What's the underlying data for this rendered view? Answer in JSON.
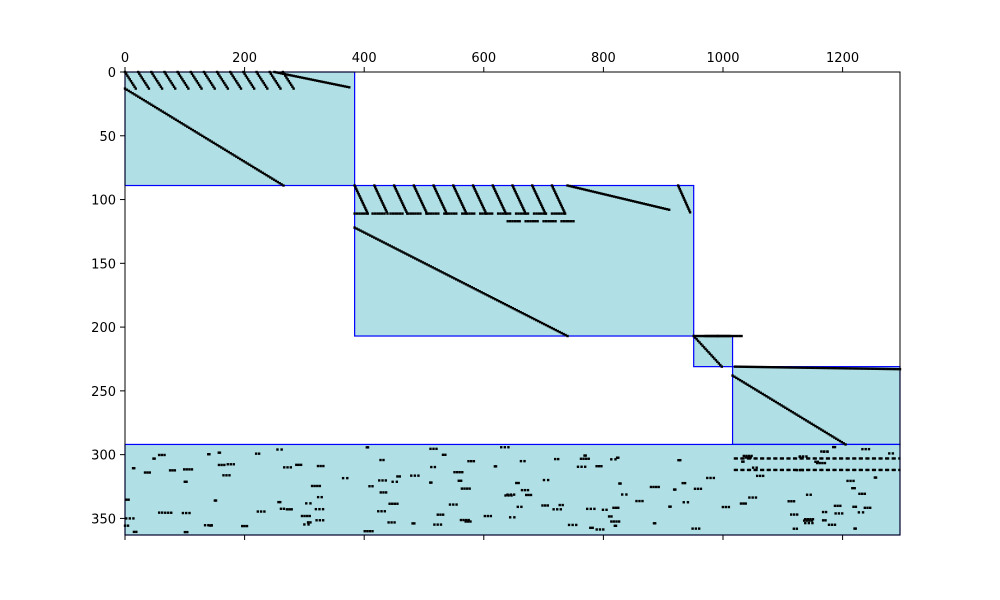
{
  "chart_data": {
    "type": "heatmap",
    "title": "",
    "xlabel": "",
    "ylabel": "",
    "xlim": [
      0,
      1296
    ],
    "ylim": [
      363,
      0
    ],
    "x_axis_position": "top",
    "x_ticks": [
      0,
      200,
      400,
      600,
      800,
      1000,
      1200
    ],
    "y_ticks": [
      0,
      50,
      100,
      150,
      200,
      250,
      300,
      350
    ],
    "grid": false,
    "block_fill_color": "#b0e0e6",
    "block_edge_color": "#0000ff",
    "marker_color": "#000000",
    "blocks": [
      {
        "x0": 0,
        "x1": 384,
        "y0": 0,
        "y1": 89
      },
      {
        "x0": 384,
        "x1": 951,
        "y0": 89,
        "y1": 207
      },
      {
        "x0": 951,
        "x1": 1016,
        "y0": 207,
        "y1": 231
      },
      {
        "x0": 1016,
        "x1": 1296,
        "y0": 231,
        "y1": 292
      },
      {
        "x0": 0,
        "x1": 1296,
        "y0": 292,
        "y1": 363
      }
    ],
    "diagonal_segments": [
      {
        "x0": 0,
        "y0": 13,
        "x1": 265,
        "y1": 89
      },
      {
        "x0": 384,
        "y0": 122,
        "x1": 740,
        "y1": 207
      },
      {
        "x0": 951,
        "y0": 207,
        "x1": 998,
        "y1": 231
      },
      {
        "x0": 1016,
        "y0": 238,
        "x1": 1205,
        "y1": 292
      },
      {
        "x0": 250,
        "y0": 0,
        "x1": 375,
        "y1": 12
      },
      {
        "x0": 740,
        "y0": 89,
        "x1": 910,
        "y1": 108
      },
      {
        "x0": 1020,
        "y0": 231,
        "x1": 1296,
        "y1": 233
      }
    ],
    "stripe_groups": [
      {
        "y0": 0,
        "y1": 13,
        "dx": 18,
        "x_start": 0,
        "x_end": 265,
        "spacing": 22
      },
      {
        "y0": 89,
        "y1": 111,
        "dx": 22,
        "x_start": 384,
        "x_end": 720,
        "spacing": 33
      },
      {
        "y0": 89,
        "y1": 110,
        "dx": 20,
        "x_start": 925,
        "x_end": 945,
        "spacing": 30
      }
    ],
    "horizontal_dash_rows": [
      {
        "y": 111,
        "x_start": 384,
        "x_end": 740,
        "spacing": 30,
        "length": 20
      },
      {
        "y": 117,
        "x_start": 640,
        "x_end": 740,
        "spacing": 30,
        "length": 20
      },
      {
        "y": 207,
        "x_start": 951,
        "x_end": 1010,
        "spacing": 20,
        "length": 40
      }
    ]
  }
}
